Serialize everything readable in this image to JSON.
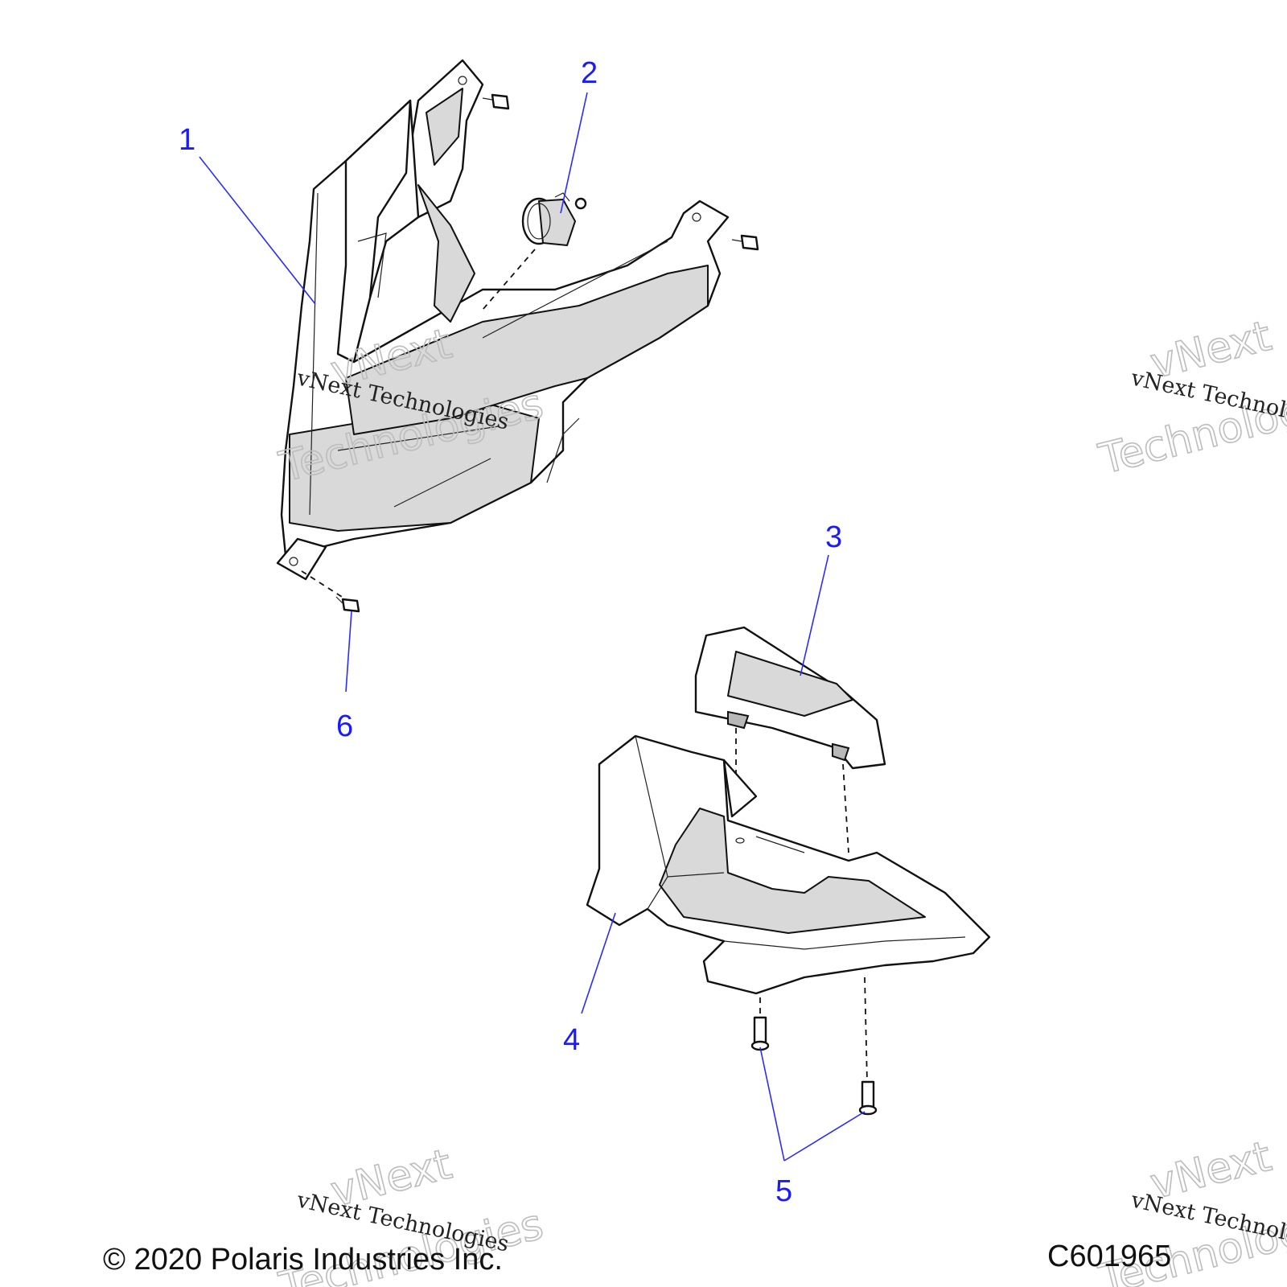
{
  "diagram": {
    "callouts": [
      {
        "id": "1",
        "label": "1"
      },
      {
        "id": "2",
        "label": "2"
      },
      {
        "id": "3",
        "label": "3"
      },
      {
        "id": "4",
        "label": "4"
      },
      {
        "id": "5",
        "label": "5"
      },
      {
        "id": "6",
        "label": "6"
      }
    ],
    "watermark": {
      "line_mono": "vNext Technologies",
      "line_outline_1": "vNext",
      "line_outline_2": "Technologies"
    },
    "footer": {
      "copyright": "© 2020 Polaris Industries Inc.",
      "figure_code": "C601965"
    },
    "colors": {
      "callout": "#1a1aff",
      "line": "#111111",
      "shade": "#d9d9d9",
      "watermark": "#bdbdbd"
    }
  }
}
